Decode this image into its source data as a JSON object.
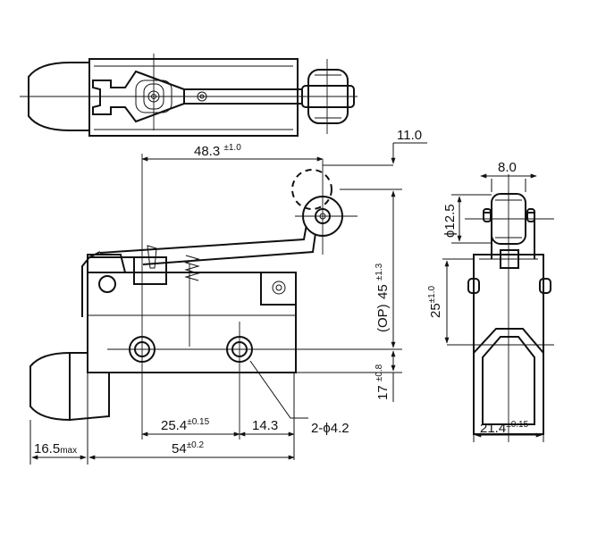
{
  "views": {
    "top": "top-view",
    "front": "front-view",
    "side": "side-view"
  },
  "dimensions": {
    "lever_length": {
      "value": "48.3",
      "tol": "±1.0"
    },
    "roller_offset": {
      "value": "11.0"
    },
    "op_position": {
      "prefix": "(OP)",
      "value": "45",
      "tol": "±1.3"
    },
    "mount_hole_height": {
      "value": "17",
      "tol": "±0.8"
    },
    "hole_pitch": {
      "value": "25.4",
      "tol": "±0.15"
    },
    "hole_edge": {
      "value": "14.3"
    },
    "hole_callout": {
      "value": "2-ϕ4.2"
    },
    "body_length": {
      "value": "54",
      "tol": "±0.2"
    },
    "plunger_protrusion": {
      "value": "16.5",
      "suffix": "max"
    },
    "roller_width": {
      "value": "8.0"
    },
    "roller_diameter": {
      "value": "ϕ12.5"
    },
    "side_height": {
      "value": "25",
      "tol": "±1.0"
    },
    "side_width": {
      "value": "21.4",
      "tol": "±0.15"
    }
  }
}
